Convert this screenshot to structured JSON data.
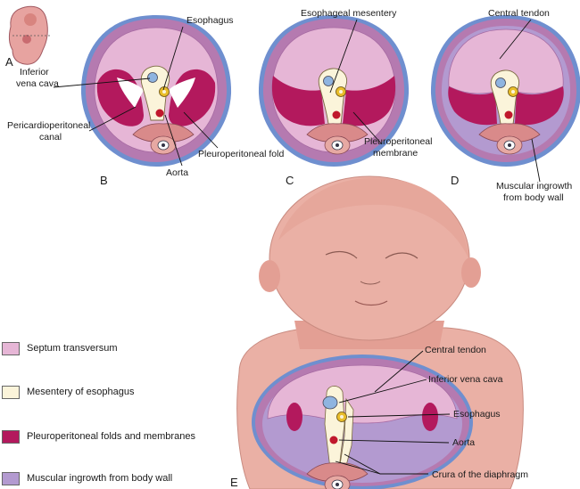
{
  "panels": {
    "a": "A",
    "b": "B",
    "c": "C",
    "d": "D",
    "e": "E"
  },
  "labels": {
    "esophagus_b": "Esophagus",
    "ivc_b_1": "Inferior",
    "ivc_b_2": "vena cava",
    "pc_canal_1": "Pericardioperitoneal",
    "pc_canal_2": "canal",
    "aorta_b": "Aorta",
    "pp_fold": "Pleuroperitoneal fold",
    "eso_mesentery": "Esophageal mesentery",
    "pp_membrane_1": "Pleuroperitoneal",
    "pp_membrane_2": "membrane",
    "central_tendon_d": "Central tendon",
    "muscular_1": "Muscular ingrowth",
    "muscular_2": "from body wall",
    "central_tendon_e": "Central tendon",
    "ivc_e": "Inferior vena cava",
    "esophagus_e": "Esophagus",
    "aorta_e": "Aorta",
    "crura": "Crura of the diaphragm"
  },
  "legend": [
    {
      "label": "Septum transversum",
      "color": "#e6b6d6"
    },
    {
      "label": "Mesentery of esophagus",
      "color": "#fbf4da"
    },
    {
      "label": "Pleuroperitoneal folds and membranes",
      "color": "#b3195d"
    },
    {
      "label": "Muscular ingrowth from body wall",
      "color": "#b39ad0"
    }
  ],
  "colors": {
    "septum": "#e6b6d6",
    "mesentery": "#fbf4da",
    "folds": "#b3195d",
    "muscular": "#b39ad0",
    "ring_outer": "#6f8fcf",
    "ring": "#b57ab0",
    "skin": "#eab0a5",
    "esophagus": "#e8bd2a",
    "aorta": "#c0182c",
    "ivc": "#8fb4e0"
  }
}
